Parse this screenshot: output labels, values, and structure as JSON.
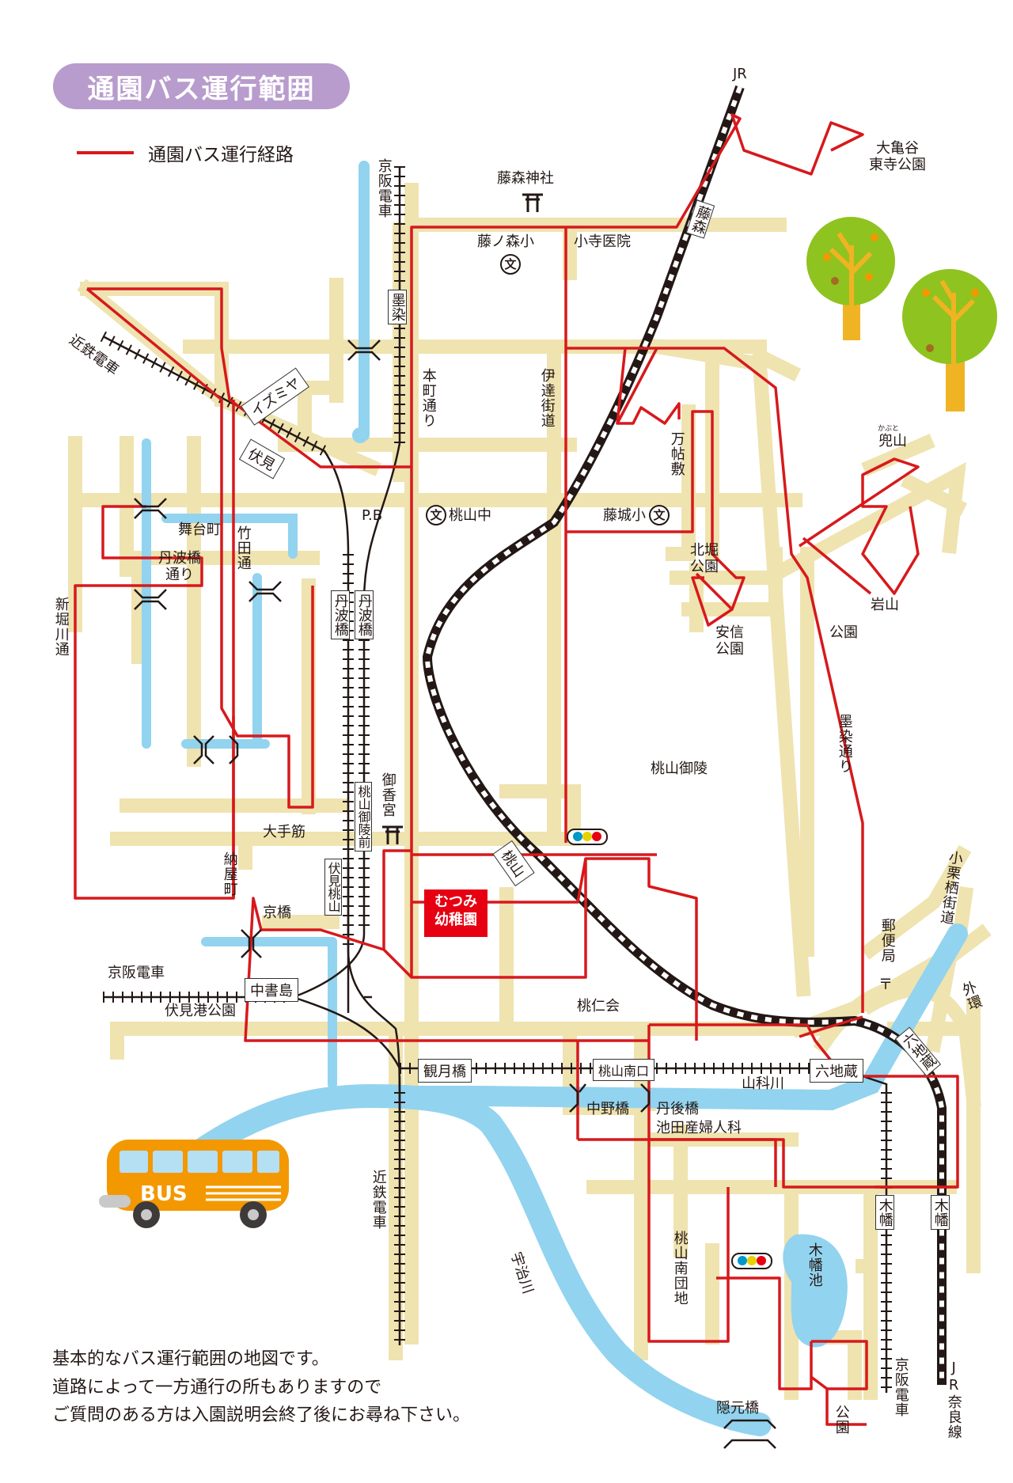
{
  "title": "通園バス運行範囲",
  "legend": {
    "route_label": "通園バス運行経路",
    "route_color": "#d7191c"
  },
  "colors": {
    "road": "#efe3b0",
    "water": "#92d3ef",
    "route": "#d7191c",
    "title_bg": "#b89ccd",
    "kinder": "#e60012"
  },
  "labels": {
    "jr_top": "JR",
    "okamedani": "大亀谷\n東寺公園",
    "fujinomori_shrine": "藤森神社",
    "fujinomori_sho": "藤ノ森小",
    "kodera": "小寺医院",
    "keihan_top": "京阪電車",
    "sumizome_box": "墨染",
    "kintetsu_left": "近鉄電車",
    "izumiya": "イズミヤ",
    "fushimi_box": "伏見",
    "hommachi": "本町通り",
    "date_kaido": "伊達街道",
    "fujimori_box": "藤森",
    "mancho": "万帖敷",
    "kabutoyama": "兜山",
    "kabuto_ruby": "かぶと",
    "pb": "P.B",
    "momoyama_chu": "桃山中",
    "fujishiro": "藤城小",
    "butaicho": "舞台町",
    "takeda": "竹田通",
    "tambabashi_dori": "丹波橋通り",
    "shinhorikawa": "新堀川通",
    "tambabashi_box1": "丹波橋",
    "tambabashi_box2": "丹波橋",
    "kitahori": "北堀公園",
    "iwayama": "岩山",
    "koen_iwayama": "公園",
    "anshin": "安信公園",
    "momoyama_goryo": "桃山御陵",
    "sumizome_dori": "墨染通り",
    "gokonomiya": "御香宮",
    "momoyama_goryomae_box": "桃山御陵前",
    "otesuji": "大手筋",
    "nayamachi": "納屋町",
    "momoyama_box": "桃山",
    "kyobashi": "京橋",
    "fushimi_momoyama_box": "伏見桃山",
    "kindergarten": "むつみ\n幼稚園",
    "ogurusu": "小栗栖街道",
    "yubinkyoku": "郵便局",
    "yubin_mark": "〒",
    "gaikan": "外環",
    "keihan_left": "京阪電車",
    "chushojima_box": "中書島",
    "fushimiko": "伏見港公園",
    "momojinkai": "桃仁会",
    "kangetsukyo_box": "観月橋",
    "momoyama_minamiguchi_box": "桃山南口",
    "rokujizo_box1": "六地蔵",
    "rokujizo_box2": "六地蔵",
    "yamashina": "山科川",
    "nakanobashi": "中野橋",
    "tangobashi": "丹後橋",
    "ikeda": "池田産婦人科",
    "kintetsu_bottom": "近鉄電車",
    "uji": "宇治川",
    "kowata_box1": "木幡",
    "kowata_box2": "木幡",
    "kowata_ike": "木幡池",
    "momoyama_minami_danchi": "桃山南団地",
    "keihan_bottom": "京阪電車",
    "jr_nara": "JR奈良線",
    "ongenbashi": "隠元橋",
    "koen_bottom": "公園"
  },
  "bus_label": "BUS",
  "notes": [
    "基本的なバス運行範囲の地図です。",
    "道路によって一方通行の所もありますので",
    "ご質問のある方は入園説明会終了後にお尋ね下さい。"
  ]
}
